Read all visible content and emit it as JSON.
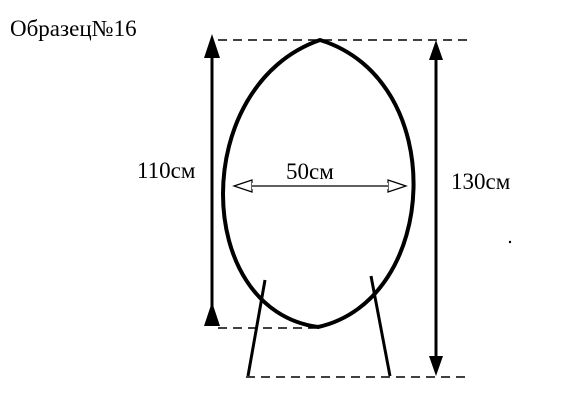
{
  "title": "Образец№16",
  "dimensions": {
    "left_height": "110см",
    "width": "50см",
    "right_height": "130см"
  },
  "colors": {
    "stroke": "#000000",
    "background": "#ffffff"
  }
}
